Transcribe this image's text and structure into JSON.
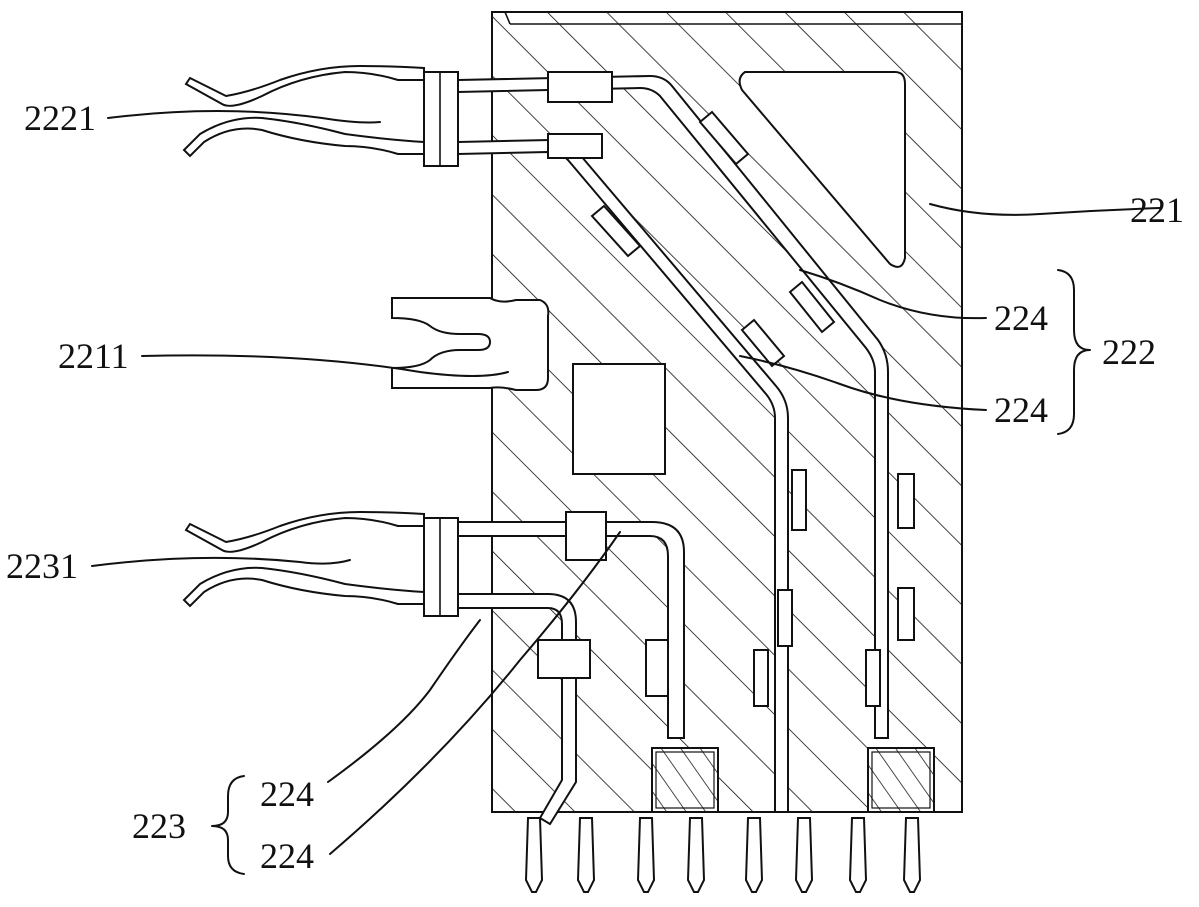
{
  "labels": {
    "housing": "221",
    "first_terminal_group": "222",
    "second_terminal_group": "223",
    "terminal_upper_a": "224",
    "terminal_upper_b": "224",
    "terminal_lower_a": "224",
    "terminal_lower_b": "224",
    "upper_contact": "2221",
    "middle_contact": "2211",
    "lower_contact": "2231"
  }
}
